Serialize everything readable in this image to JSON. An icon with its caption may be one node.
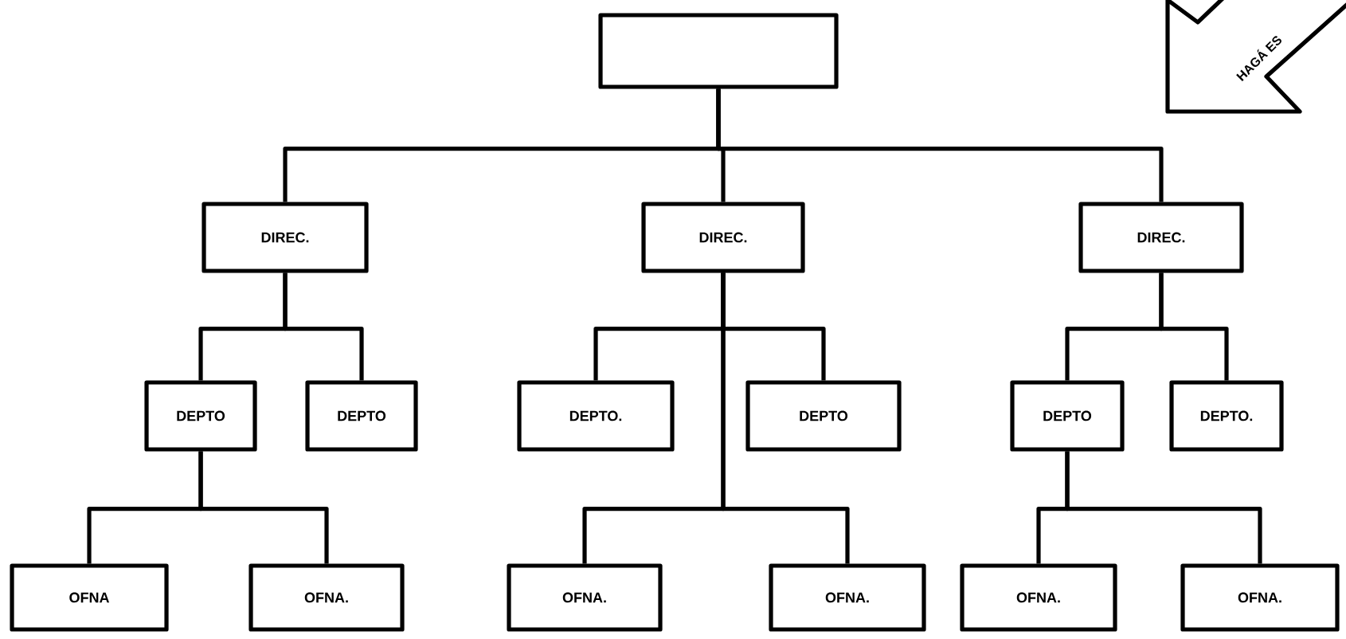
{
  "diagram": {
    "nodes": [
      {
        "text": [],
        "shape": "box"
      },
      {
        "text": [
          "DIREC."
        ]
      },
      {
        "text": [
          "DIREC."
        ]
      },
      {
        "text": [
          "DIREC."
        ]
      },
      {
        "text": [
          "DEPTO"
        ]
      },
      {
        "text": [
          "DEPTO"
        ]
      },
      {
        "text": [
          "DEPTO."
        ]
      },
      {
        "text": [
          "DEPTO"
        ]
      },
      {
        "text": [
          "DEPTO"
        ]
      },
      {
        "text": [
          "DEPTO."
        ]
      },
      {
        "text": [
          "OFNA"
        ]
      },
      {
        "text": [
          "OFNA."
        ]
      },
      {
        "text": [
          "OFNA."
        ]
      },
      {
        "text": [
          "OFNA."
        ]
      },
      {
        "text": [
          "OFNA."
        ]
      },
      {
        "text": [
          "OFNA."
        ]
      }
    ],
    "edges": [
      {
        "from": 0,
        "to": 1,
        "arrow": "none"
      },
      {
        "from": 0,
        "to": 2,
        "arrow": "none"
      },
      {
        "from": 0,
        "to": 3,
        "arrow": "none"
      },
      {
        "from": 1,
        "to": 4,
        "arrow": "none"
      },
      {
        "from": 1,
        "to": 5,
        "arrow": "none"
      },
      {
        "from": 2,
        "to": 6,
        "arrow": "none"
      },
      {
        "from": 2,
        "to": 7,
        "arrow": "none"
      },
      {
        "from": 3,
        "to": 8,
        "arrow": "none"
      },
      {
        "from": 3,
        "to": 9,
        "arrow": "none"
      },
      {
        "from": 4,
        "to": 10,
        "arrow": "none"
      },
      {
        "from": 4,
        "to": 11,
        "arrow": "none"
      },
      {
        "from": 2,
        "to": 12,
        "arrow": "none"
      },
      {
        "from": 2,
        "to": 13,
        "arrow": "none"
      },
      {
        "from": 8,
        "to": 14,
        "arrow": "none"
      },
      {
        "from": 8,
        "to": 15,
        "arrow": "none"
      }
    ],
    "labels": [
      "HAGÁ ES"
    ]
  }
}
